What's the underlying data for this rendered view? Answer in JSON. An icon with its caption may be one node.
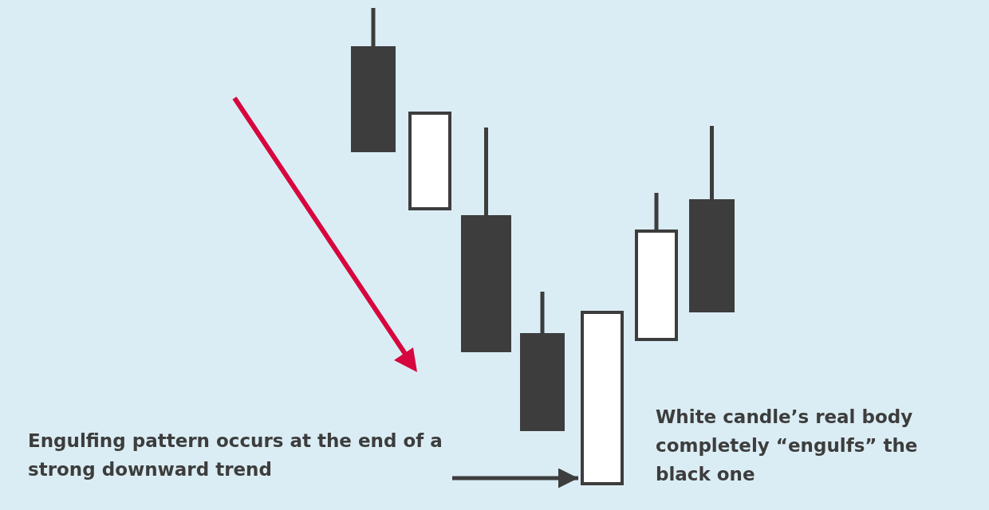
{
  "diagram": {
    "nodes": [
      {
        "text": [
          "Engulfing pattern occurs at the end of a strong downward trend"
        ]
      },
      {
        "text": [],
        "shape": "bar"
      }
    ],
    "edges": [
      {
        "from": 0,
        "to": 1,
        "arrow": "to"
      }
    ],
    "labels": [
      "White candle’s real body completely “engulfs” the black one"
    ]
  }
}
